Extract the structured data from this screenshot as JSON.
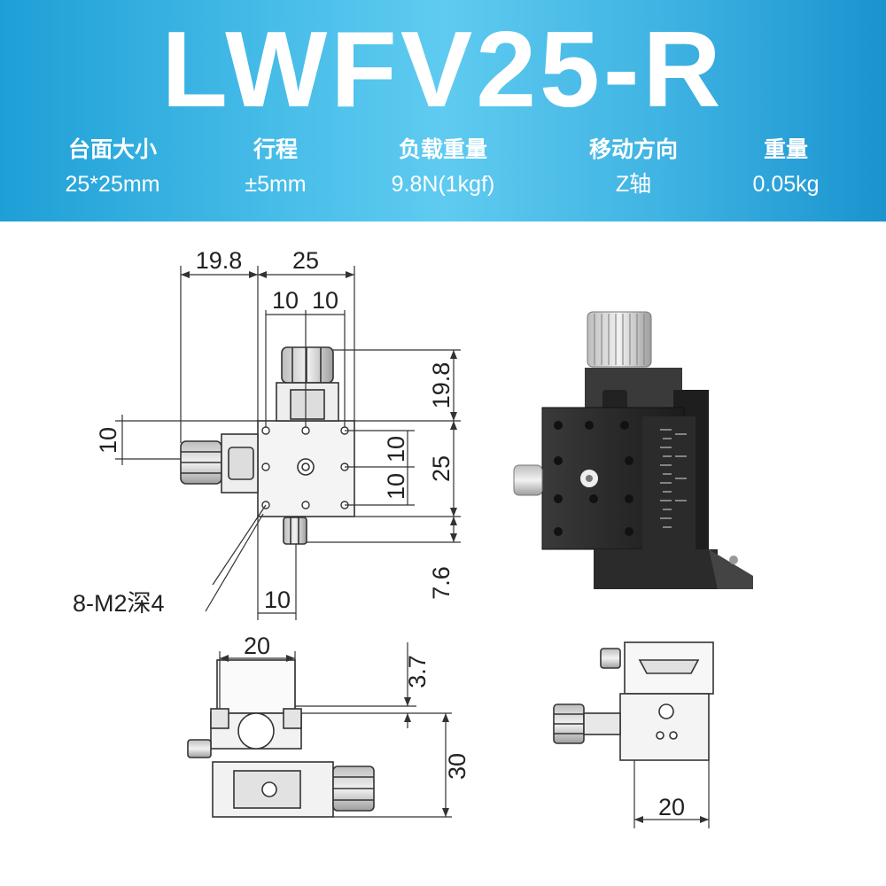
{
  "title": "LWFV25-R",
  "specs": [
    {
      "label": "台面大小",
      "value": "25*25mm"
    },
    {
      "label": "行程",
      "value": "±5mm"
    },
    {
      "label": "负载重量",
      "value": "9.8N(1kgf)"
    },
    {
      "label": "移动方向",
      "value": "Z轴"
    },
    {
      "label": "重量",
      "value": "0.05kg"
    }
  ],
  "dimensions": {
    "top_width": "25",
    "top_offset": "19.8",
    "hole_spacing_left": "10",
    "hole_spacing_right": "10",
    "right_height_top": "19.8",
    "right_height_table": "25",
    "right_hole_spacing_a": "10",
    "right_hole_spacing_b": "10",
    "right_height_bottom": "7.6",
    "left_hole_offset": "10",
    "bottom_hole_offset": "10",
    "hole_note": "8-M2深4",
    "side_width": "20",
    "side_gap": "3.7",
    "side_height": "30",
    "end_width": "20"
  }
}
